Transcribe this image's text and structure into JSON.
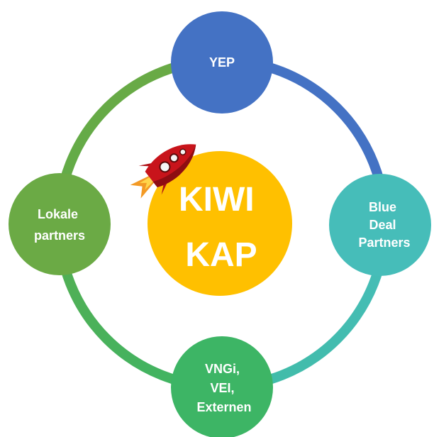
{
  "center": {
    "lines": [
      "KIWI",
      "KAP"
    ],
    "color": "#FFC000",
    "icon": "rocket-icon"
  },
  "nodes": [
    {
      "id": "yep",
      "lines": [
        "YEP"
      ],
      "color": "#4472C4"
    },
    {
      "id": "blue-deal-partners",
      "lines": [
        "Blue",
        "Deal",
        "Partners"
      ],
      "color": "#46BDB9"
    },
    {
      "id": "vngi-vei-externen",
      "lines": [
        "VNGi,",
        "VEI,",
        "Externen"
      ],
      "color": "#3DB565"
    },
    {
      "id": "lokale-partners",
      "lines": [
        "Lokale",
        "partners"
      ],
      "color": "#6BAA45"
    }
  ],
  "ring_colors": {
    "top_right": "#4472C4",
    "bottom_right": "#46BDB9",
    "bottom_left": "#4CB25C",
    "top_left": "#6BAA45"
  }
}
